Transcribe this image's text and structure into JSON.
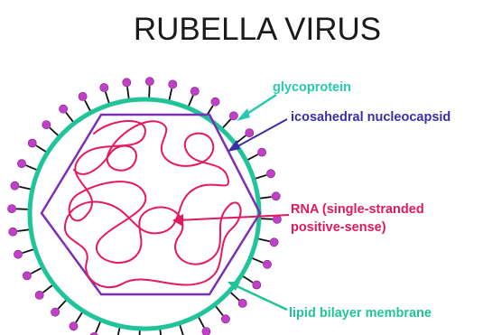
{
  "diagram": {
    "title": "RUBELLA VIRUS",
    "colors": {
      "membrane": "#1fc49a",
      "capsid": "#7a2fb8",
      "rna": "#e6185f",
      "glycoprotein_head": "#c23fc8",
      "glycoprotein_stalk": "#111111",
      "label_glycoprotein": "#27c9b1",
      "label_capsid": "#3a2fa8",
      "label_rna": "#e01a5a",
      "label_membrane": "#1fc49a"
    },
    "labels": {
      "glycoprotein": "glycoprotein",
      "capsid": "icosahedral nucleocapsid",
      "rna_line1": "RNA (single-stranded",
      "rna_line2": "positive-sense)",
      "membrane": "lipid bilayer membrane"
    },
    "glycoprotein_count": 36
  }
}
